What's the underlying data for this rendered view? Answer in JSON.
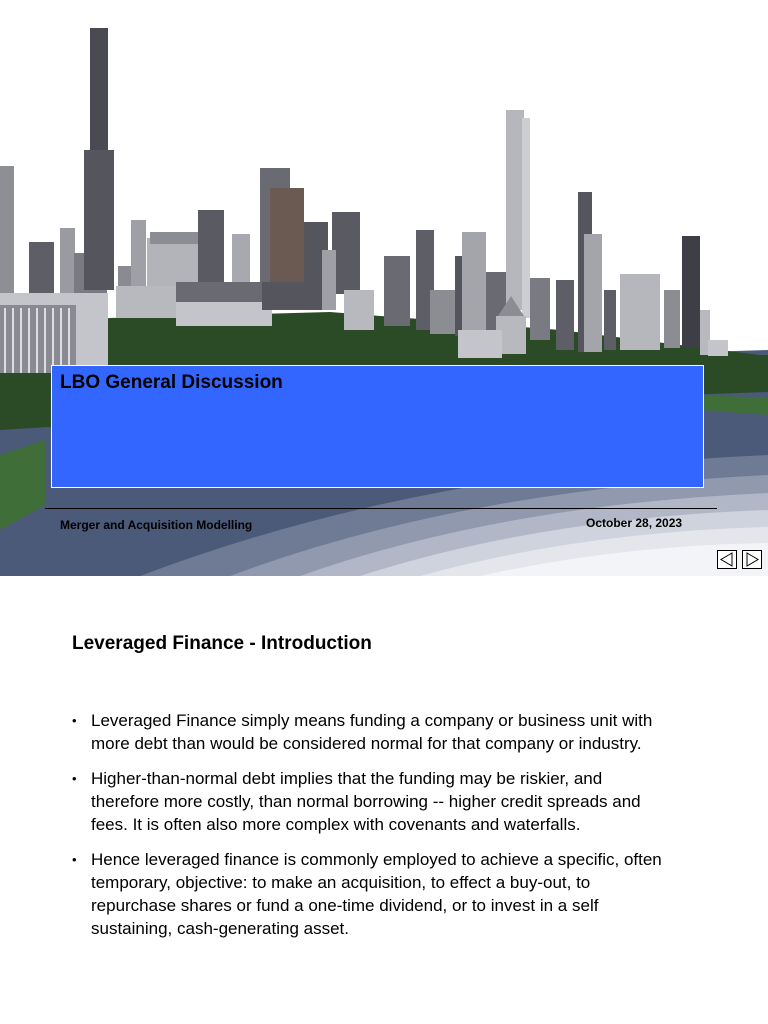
{
  "slide1": {
    "title": "LBO General Discussion",
    "footer_left": "Merger and Acquisition Modelling",
    "footer_date": "October 28, 2023",
    "nav": {
      "prev_icon": "triangle-left-icon",
      "next_icon": "triangle-right-icon"
    }
  },
  "slide2": {
    "title": "Leveraged Finance - Introduction",
    "bullets": [
      "Leveraged Finance simply means funding a company or business unit with more debt than would be considered normal for that company or industry.",
      "Higher-than-normal debt implies that the funding may be riskier, and therefore more costly, than normal borrowing  -- higher credit spreads and fees. It is often also more complex with covenants and waterfalls.",
      "Hence leveraged finance is commonly employed to achieve a specific, often temporary, objective: to make an acquisition, to effect a buy-out, to repurchase shares or fund a one-time dividend, or to invest in a self sustaining, cash-generating asset."
    ]
  },
  "colors": {
    "title_box": "#3366ff",
    "ground": "#2b4a26",
    "water": "#4a5a78"
  }
}
